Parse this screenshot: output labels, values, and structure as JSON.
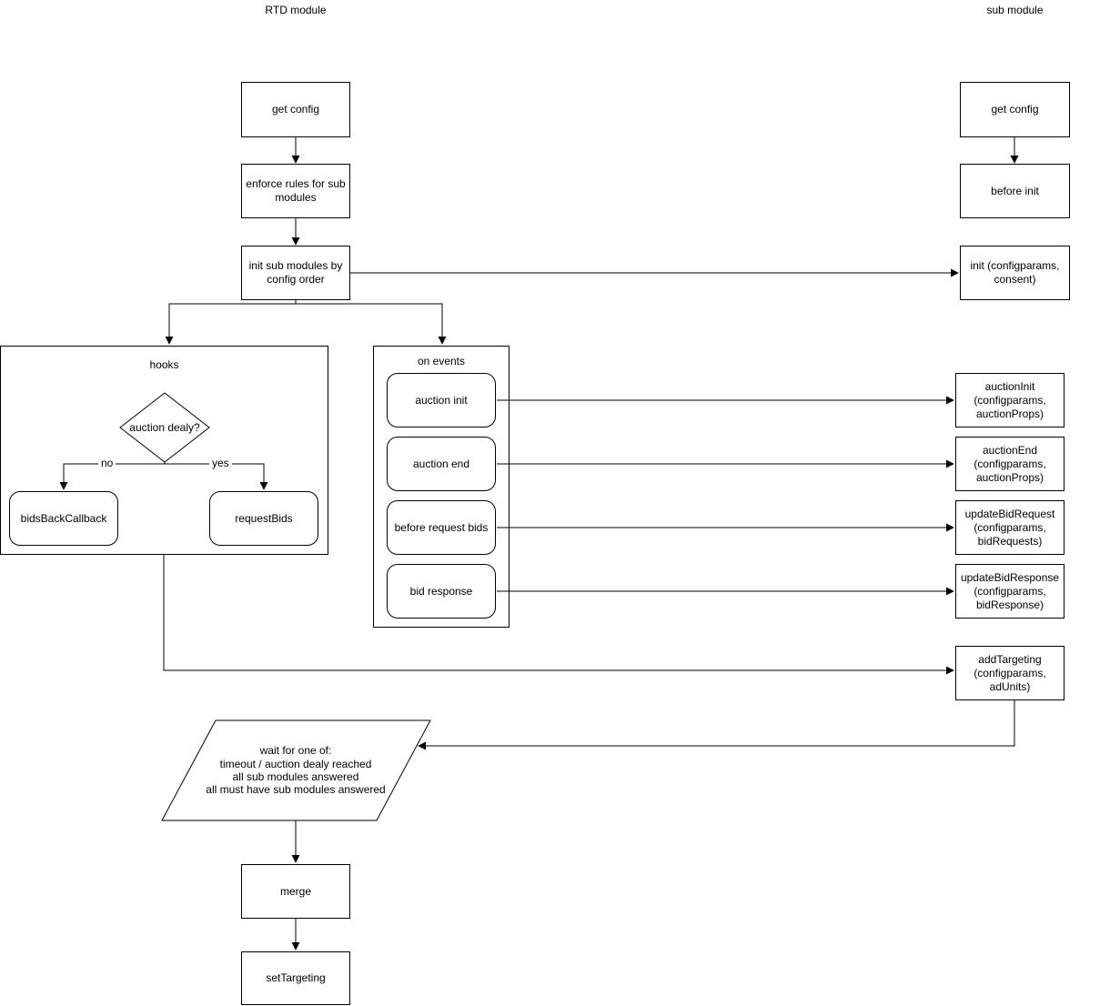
{
  "header": {
    "rtd_module": "RTD module",
    "sub_module": "sub module"
  },
  "rtd": {
    "get_config": "get config",
    "enforce_rules": "enforce rules for sub\nmodules",
    "init_sub_modules": "init sub modules by\nconfig order",
    "wait_condition": "wait for one of:\ntimeout / auction dealy reached\nall sub modules answered\nall must have sub modules answered",
    "merge": "merge",
    "set_targeting": "setTargeting"
  },
  "hooks": {
    "title": "hooks",
    "decision": "auction dealy?",
    "branch_no": "no",
    "branch_yes": "yes",
    "bids_back_callback": "bidsBackCallback",
    "request_bids": "requestBids"
  },
  "on_events": {
    "title": "on events",
    "auction_init": "auction init",
    "auction_end": "auction end",
    "before_request_bids": "before request bids",
    "bid_response": "bid response"
  },
  "sub": {
    "get_config": "get config",
    "before_init": "before init",
    "init": "init (configparams,\nconsent)",
    "auction_init": "auctionInit\n(configparams,\nauctionProps)",
    "auction_end": "auctionEnd\n(configparams,\nauctionProps)",
    "update_bid_request": "updateBidRequest\n(configparams,\nbidRequests)",
    "update_bid_response": "updateBidResponse\n(configparams,\nbidResponse)",
    "add_targeting": "addTargeting\n(configparams,\nadUnits)"
  }
}
